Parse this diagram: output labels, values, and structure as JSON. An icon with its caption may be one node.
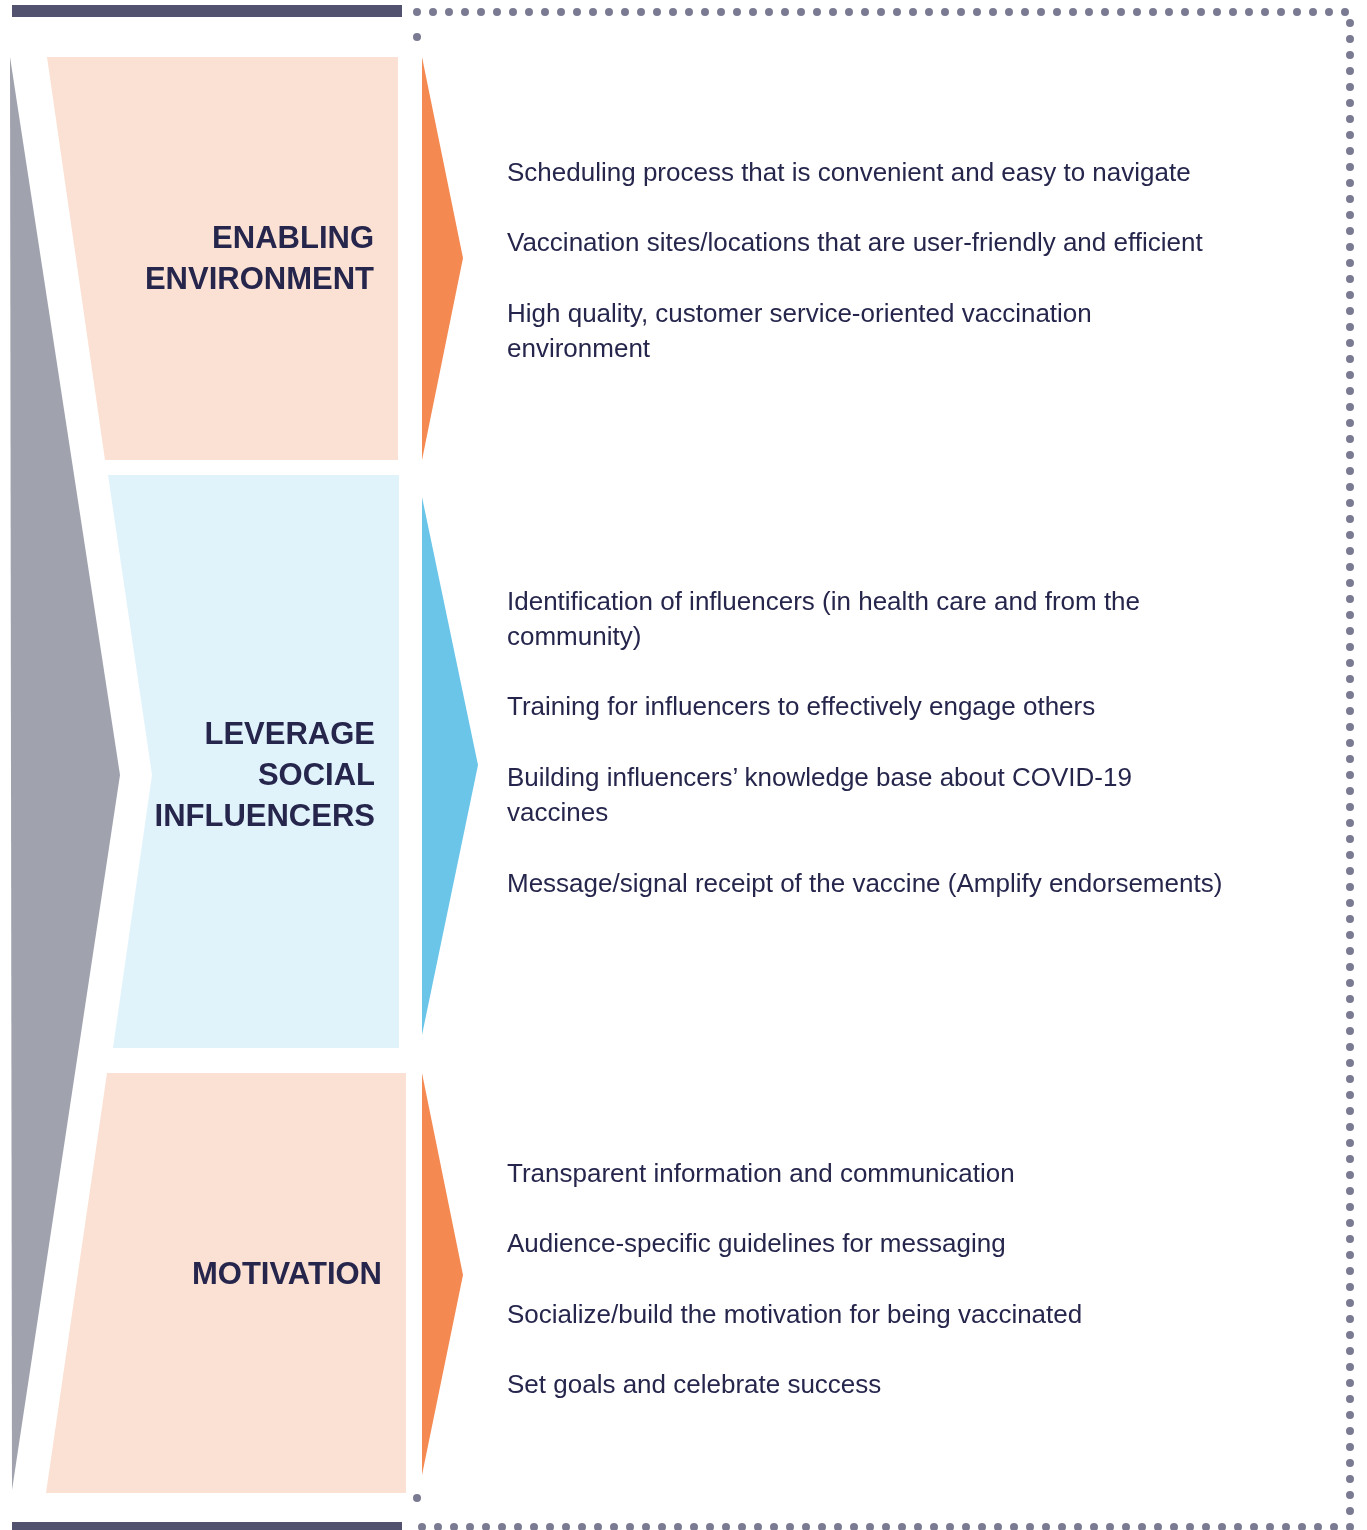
{
  "diagram": {
    "nodes": [
      {
        "text": [],
        "shape": "chevron"
      },
      {
        "text": [
          "ENABLING ENVIRONMENT"
        ]
      },
      {
        "text": [
          "LEVERAGE SOCIAL INFLUENCERS"
        ]
      },
      {
        "text": [
          "MOTIVATION"
        ]
      }
    ],
    "labels": [
      "Scheduling process that is convenient and easy to navigate",
      "Vaccination sites/locations that are user-friendly and efficient",
      "High quality, customer service-oriented vaccination environment",
      "Identification of influencers (in health care and from the community)",
      "Training for influencers to effectively engage others",
      "Building influencers’ knowledge base about COVID-19 vaccines",
      "Message/signal receipt of the vaccine (Amplify endorsements)",
      "Transparent information and communication",
      "Audience-specific guidelines for messaging",
      "Socialize/build the motivation for being vaccinated",
      "Set goals and celebrate success"
    ]
  }
}
